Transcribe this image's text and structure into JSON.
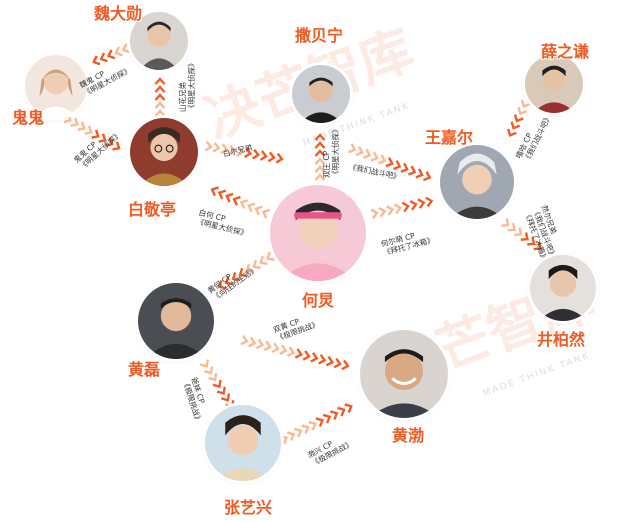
{
  "watermark": {
    "brand": "决芒智库",
    "tagline": "MADE THINK TANK"
  },
  "people": [
    {
      "id": "weidaxun",
      "name": "魏大勋"
    },
    {
      "id": "guigui",
      "name": "鬼鬼"
    },
    {
      "id": "sabeining",
      "name": "撒贝宁"
    },
    {
      "id": "baijingting",
      "name": "白敬亭"
    },
    {
      "id": "xuezhiqian",
      "name": "薛之谦"
    },
    {
      "id": "wangjiaer",
      "name": "王嘉尔"
    },
    {
      "id": "hejiong",
      "name": "何炅"
    },
    {
      "id": "jingboran",
      "name": "井柏然"
    },
    {
      "id": "huanglei",
      "name": "黄磊"
    },
    {
      "id": "huangbo",
      "name": "黄渤"
    },
    {
      "id": "zhangyixing",
      "name": "张艺兴"
    }
  ],
  "relations": [
    {
      "id": "wei-gui",
      "lines": [
        "魏鬼 CP",
        "《明星大侦探》"
      ]
    },
    {
      "id": "bai-wei",
      "lines": [
        "山花兄弟",
        "《明星大侦探》"
      ]
    },
    {
      "id": "gui-bai",
      "lines": [
        "鬼鬼 CP",
        "《明星大侦探》"
      ]
    },
    {
      "id": "bai-sa",
      "lines": [
        "白尔兄弟"
      ]
    },
    {
      "id": "he-sa",
      "lines": [
        "双庄 CP",
        "《明星大侦探》"
      ]
    },
    {
      "id": "he-bai",
      "lines": [
        "白何 CP",
        "《明星大侦探》"
      ]
    },
    {
      "id": "sa-wang",
      "lines": [
        "《我们战斗吧》"
      ]
    },
    {
      "id": "xue-wang",
      "lines": [
        "嘻哈 CP",
        "《我们战斗吧》"
      ]
    },
    {
      "id": "he-wang",
      "lines": [
        "何尔萌 CP",
        "《拜托了冰箱》"
      ]
    },
    {
      "id": "wang-jing",
      "lines": [
        "然尔兄弟",
        "《我们战斗吧》",
        "《拜托了冰箱》"
      ]
    },
    {
      "id": "he-huanglei",
      "lines": [
        "黄何 CP",
        "《向往的生活》"
      ]
    },
    {
      "id": "huanglei-huangbo",
      "lines": [
        "双黄 CP",
        "《极限挑战》"
      ]
    },
    {
      "id": "huanglei-zhang",
      "lines": [
        "爸妹 CP",
        "《极限挑战》"
      ]
    },
    {
      "id": "zhang-huangbo",
      "lines": [
        "渤兴 CP",
        "《极限挑战》"
      ]
    }
  ],
  "colors": {
    "accent": "#f15a22",
    "arrow": "#f15a22",
    "arrow_light": "#fbb890"
  }
}
